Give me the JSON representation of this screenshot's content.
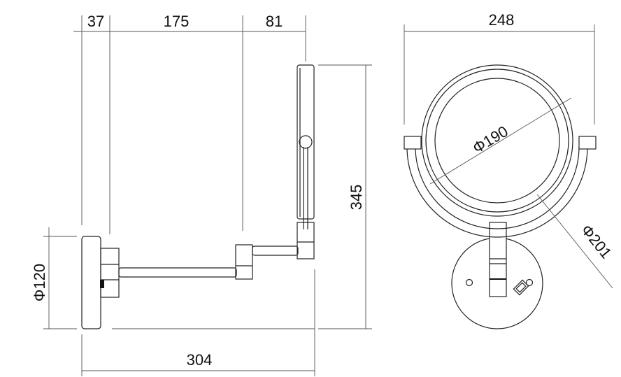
{
  "side_view": {
    "dim_wall_offset": "37",
    "dim_arm_1": "175",
    "dim_arm_2": "81",
    "dim_height": "345",
    "dim_plate_diameter": "Φ120",
    "dim_total_depth": "304"
  },
  "front_view": {
    "dim_width": "248",
    "dim_mirror_diameter": "Φ190",
    "dim_frame_diameter": "Φ201"
  }
}
